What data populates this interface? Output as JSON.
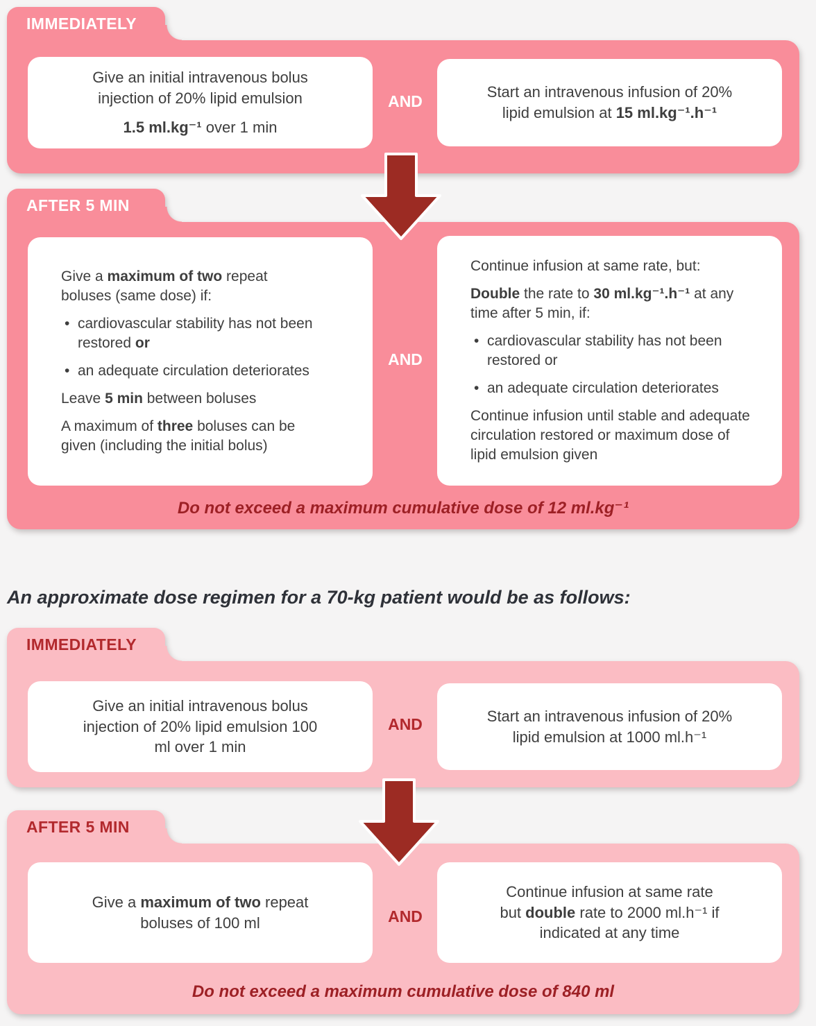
{
  "page": {
    "background": "#f5f4f4"
  },
  "colors": {
    "dark_pink": "#f98d9a",
    "light_pink": "#fbbcc3",
    "arrow_maroon": "#9c2b23",
    "red_label_text": "#b2292d",
    "warning_red": "#9d2025",
    "box_text": "#3e3e3e",
    "tab_text_dark_sections": "#ffffff"
  },
  "icons": {
    "flow_arrow": "down-block-arrow"
  },
  "intro_heading": "An approximate dose regimen for a 70-kg patient would be as follows:",
  "weight_based": {
    "immediately": {
      "tab_label": "IMMEDIATELY",
      "connector": "AND",
      "left_box": {
        "paras": [
          {
            "segs": [
              {
                "t": "Give an initial intravenous bolus injection of 20% lipid emulsion"
              }
            ]
          },
          {
            "segs": [
              {
                "t": "1.5 ml.kg⁻¹",
                "b": true
              },
              {
                "t": " over 1 min"
              }
            ]
          }
        ]
      },
      "right_box": {
        "paras": [
          {
            "segs": [
              {
                "t": "Start an intravenous infusion of 20% lipid emulsion at "
              },
              {
                "t": "15 ml.kg⁻¹.h⁻¹",
                "b": true
              }
            ]
          }
        ]
      }
    },
    "after_5_min": {
      "tab_label": "AFTER 5 MIN",
      "connector": "AND",
      "left_box": {
        "paras": [
          {
            "segs": [
              {
                "t": "Give a "
              },
              {
                "t": "maximum of two",
                "b": true
              },
              {
                "t": " repeat boluses (same dose) if:"
              }
            ]
          },
          {
            "bullet": true,
            "segs": [
              {
                "t": "cardiovascular stability has not been restored "
              },
              {
                "t": "or",
                "b": true
              }
            ]
          },
          {
            "bullet": true,
            "segs": [
              {
                "t": "an adequate circulation deteriorates"
              }
            ]
          },
          {
            "segs": [
              {
                "t": "Leave "
              },
              {
                "t": "5 min",
                "b": true
              },
              {
                "t": " between boluses"
              }
            ]
          },
          {
            "segs": [
              {
                "t": "A maximum of "
              },
              {
                "t": "three",
                "b": true
              },
              {
                "t": " boluses can be given (including the initial bolus)"
              }
            ]
          }
        ]
      },
      "right_box": {
        "paras": [
          {
            "segs": [
              {
                "t": "Continue infusion at same rate, but:"
              }
            ]
          },
          {
            "segs": [
              {
                "t": "Double",
                "b": true
              },
              {
                "t": " the rate to "
              },
              {
                "t": "30 ml.kg⁻¹.h⁻¹",
                "b": true
              },
              {
                "t": " at any time after 5 min, if:"
              }
            ]
          },
          {
            "bullet": true,
            "segs": [
              {
                "t": "cardiovascular stability has not been restored or"
              }
            ]
          },
          {
            "bullet": true,
            "segs": [
              {
                "t": "an adequate circulation deteriorates"
              }
            ]
          },
          {
            "segs": [
              {
                "t": "Continue infusion until stable and adequate circulation restored or maximum dose of lipid emulsion given"
              }
            ]
          }
        ]
      },
      "warning": "Do not exceed a maximum cumulative dose of 12 ml.kg⁻¹"
    }
  },
  "example_70kg": {
    "immediately": {
      "tab_label": "IMMEDIATELY",
      "connector": "AND",
      "left_box": {
        "paras": [
          {
            "segs": [
              {
                "t": "Give an initial intravenous bolus injection of 20% lipid emulsion 100 ml over 1 min"
              }
            ]
          }
        ]
      },
      "right_box": {
        "paras": [
          {
            "segs": [
              {
                "t": "Start an intravenous infusion of 20% lipid emulsion at 1000 ml.h⁻¹"
              }
            ]
          }
        ]
      }
    },
    "after_5_min": {
      "tab_label": "AFTER 5 MIN",
      "connector": "AND",
      "left_box": {
        "paras": [
          {
            "segs": [
              {
                "t": "Give a "
              },
              {
                "t": "maximum of two",
                "b": true
              },
              {
                "t": " repeat boluses of 100 ml"
              }
            ]
          }
        ]
      },
      "right_box": {
        "paras": [
          {
            "segs": [
              {
                "t": "Continue infusion at same rate but "
              },
              {
                "t": "double",
                "b": true
              },
              {
                "t": " rate to 2000 ml.h⁻¹ if indicated at any time"
              }
            ]
          }
        ]
      },
      "warning": "Do not exceed a maximum cumulative dose of 840 ml"
    }
  }
}
